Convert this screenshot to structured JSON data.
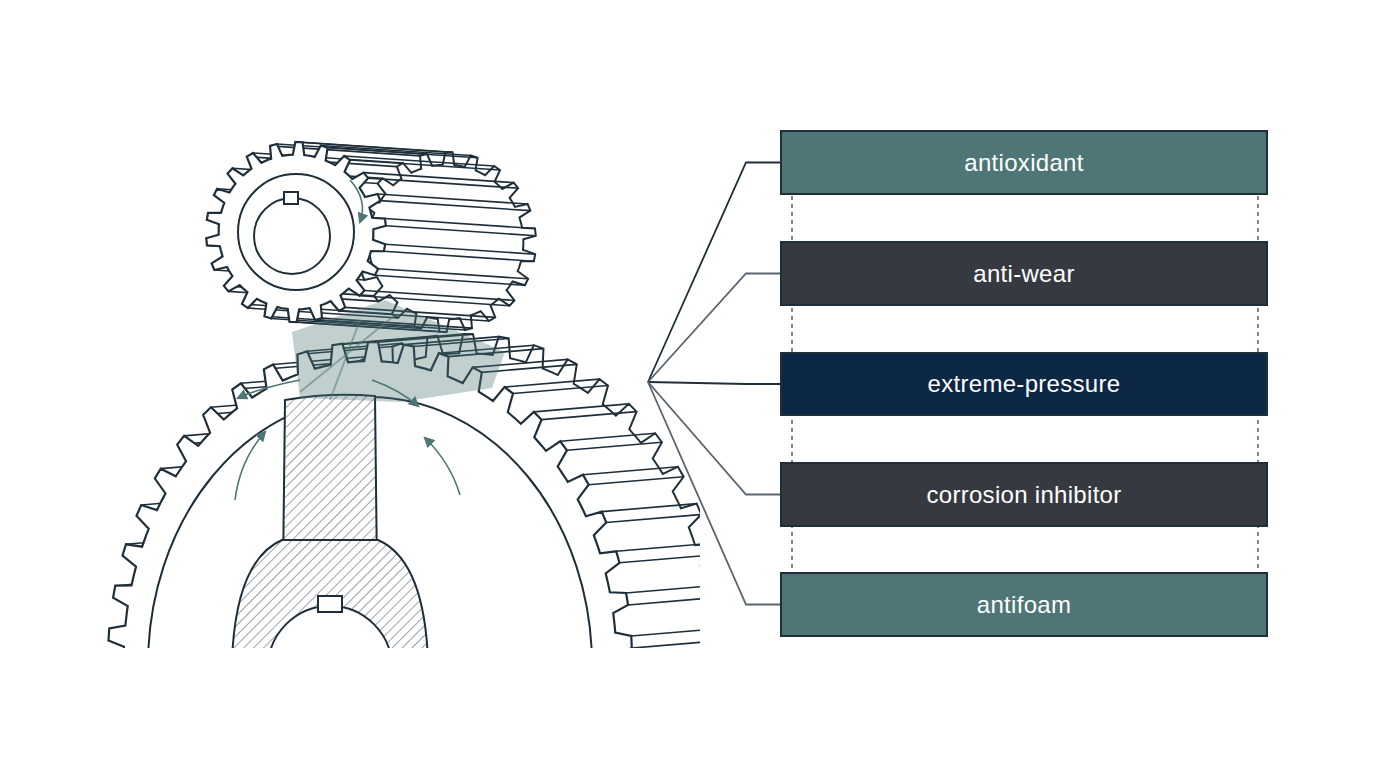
{
  "diagram": {
    "nodes": [
      {
        "text": [
          "antioxidant"
        ]
      },
      {
        "text": [
          "anti-wear"
        ]
      },
      {
        "text": [
          "extreme-pressure"
        ]
      },
      {
        "text": [
          "corrosion inhibitor"
        ]
      },
      {
        "text": [
          "antifoam"
        ]
      }
    ]
  }
}
